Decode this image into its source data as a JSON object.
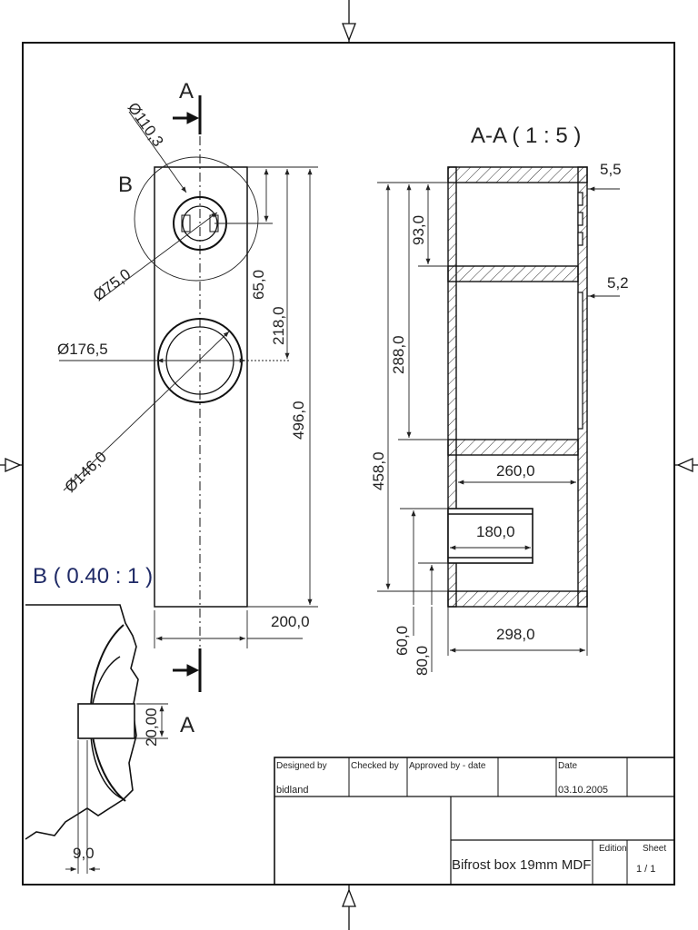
{
  "views": {
    "front": {
      "section_mark": "A",
      "detail_mark": "B",
      "dims": {
        "d_110": "Ø110,3",
        "d_75": "Ø75,0",
        "d_176": "Ø176,5",
        "d_146": "Ø146,0",
        "v_65": "65,0",
        "v_218": "218,0",
        "v_496": "496,0",
        "h_200": "200,0"
      }
    },
    "section": {
      "title": "A-A ( 1 : 5 )",
      "dims": {
        "d_55": "5,5",
        "d_52": "5,2",
        "v_93": "93,0",
        "v_288": "288,0",
        "v_458": "458,0",
        "h_260": "260,0",
        "h_180": "180,0",
        "h_298": "298,0",
        "v_60": "60,0",
        "v_80": "80,0"
      }
    },
    "detail": {
      "title": "B ( 0.40 : 1 )",
      "dims": {
        "v_20": "20,00",
        "h_9": "9,0"
      }
    }
  },
  "title_block": {
    "designed_by_label": "Designed by",
    "designed_by_value": "bidland",
    "checked_by_label": "Checked by",
    "approved_label": "Approved by - date",
    "date_label": "Date",
    "date_value": "03.10.2005",
    "title_text": "Bifrost box 19mm MDF",
    "edition_label": "Edition",
    "sheet_label": "Sheet",
    "sheet_value": "1  /  1"
  }
}
